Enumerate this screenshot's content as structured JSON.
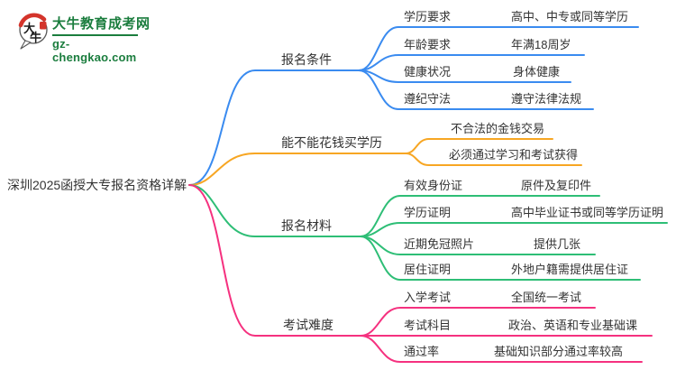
{
  "logo": {
    "title": "大牛教育成考网",
    "domain": "gz-chengkao.com",
    "mark_char_top": "大",
    "mark_char_bottom": "牛",
    "green": "#1b7d3e",
    "red": "#d4342b"
  },
  "mindmap": {
    "root": {
      "label": "深圳2025函授大专报名资格详解"
    },
    "text_color": "#333333",
    "branches": [
      {
        "label": "报名条件",
        "color": "#3a8bf0",
        "children": [
          {
            "label": "学历要求",
            "value": "高中、中专或同等学历"
          },
          {
            "label": "年龄要求",
            "value": "年满18周岁"
          },
          {
            "label": "健康状况",
            "value": "身体健康"
          },
          {
            "label": "遵纪守法",
            "value": "遵守法律法规"
          }
        ]
      },
      {
        "label": "能不能花钱买学历",
        "color": "#f7a623",
        "children": [
          {
            "label": "不合法的金钱交易"
          },
          {
            "label": "必须通过学习和考试获得"
          }
        ]
      },
      {
        "label": "报名材料",
        "color": "#2ebe76",
        "children": [
          {
            "label": "有效身份证",
            "value": "原件及复印件"
          },
          {
            "label": "学历证明",
            "value": "高中毕业证书或同等学历证明"
          },
          {
            "label": "近期免冠照片",
            "value": "提供几张"
          },
          {
            "label": "居住证明",
            "value": "外地户籍需提供居住证"
          }
        ]
      },
      {
        "label": "考试难度",
        "color": "#f5317f",
        "children": [
          {
            "label": "入学考试",
            "value": "全国统一考试"
          },
          {
            "label": "考试科目",
            "value": "政治、英语和专业基础课"
          },
          {
            "label": "通过率",
            "value": "基础知识部分通过率较高"
          }
        ]
      }
    ]
  }
}
